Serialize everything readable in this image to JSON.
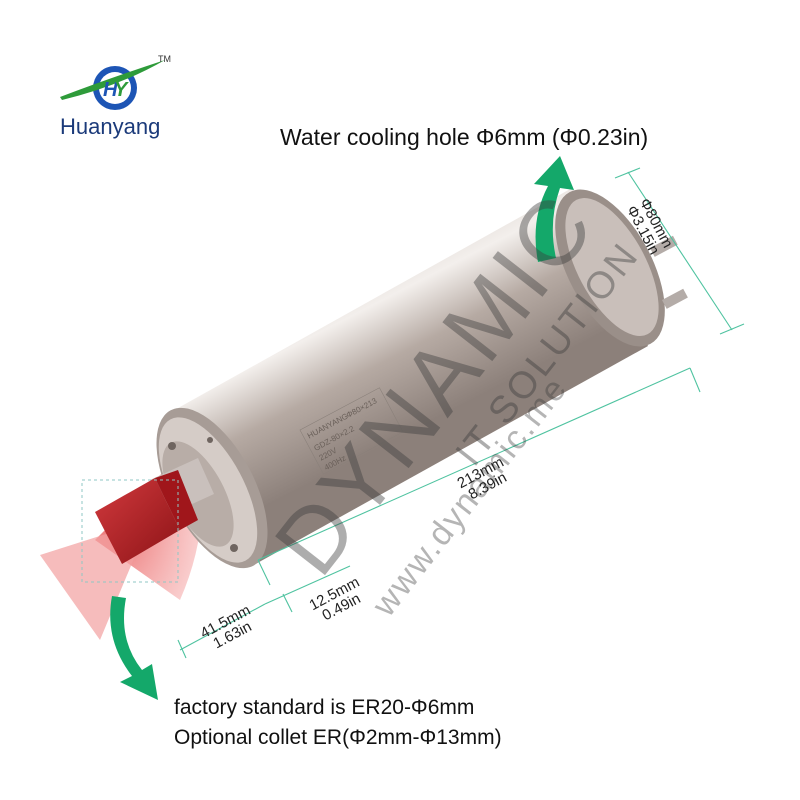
{
  "brand": {
    "name": "Huanyang",
    "trademark": "TM"
  },
  "water_cooling_note": "Water cooling hole Φ6mm (Φ0.23in)",
  "dimensions": {
    "diameter_mm": "Φ80mm",
    "diameter_in": "Φ3.15in",
    "length_mm": "213mm",
    "length_in": "8.39in",
    "collet_length_mm": "41.5mm",
    "collet_length_in": "1.63in",
    "nose_length_mm": "12.5mm",
    "nose_length_in": "0.49in"
  },
  "collet_note": {
    "line1": "factory standard is ER20-Φ6mm",
    "line2": "Optional collet ER(Φ2mm-Φ13mm)"
  },
  "watermark": {
    "company": "DYNAMIC",
    "division": "IT SOLUTION",
    "url": "www.dynamic.me"
  },
  "nameplate": {
    "brand": "HUANYANG",
    "size": "Φ80×213",
    "model": "GDZ-80×2.2",
    "voltage": "220V",
    "frequency": "400Hz"
  },
  "colors": {
    "arrow_green": "#14a86a",
    "collet_red": "#b82025",
    "fan_red": "#f07a7a",
    "dim_line": "#4fc3a0",
    "body_metal": "#b5aaa4"
  },
  "icons": [
    "huanyang-logo-icon",
    "water-cooling-arrow-icon",
    "collet-arrow-icon"
  ]
}
